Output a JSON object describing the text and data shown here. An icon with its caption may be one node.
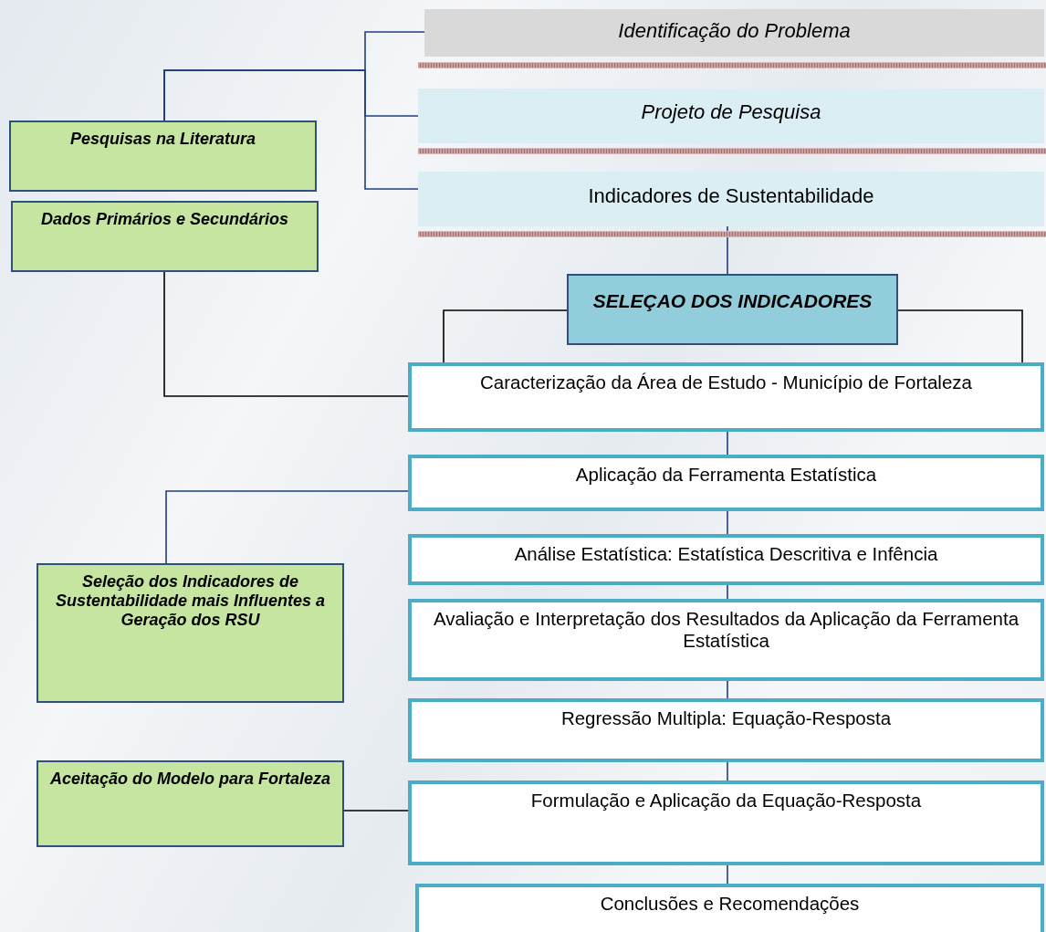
{
  "diagram": {
    "nodes": [
      {
        "text": [
          "Identificação do Problema"
        ]
      },
      {
        "text": [
          "Projeto de Pesquisa"
        ]
      },
      {
        "text": [
          "Indicadores de Sustentabilidade"
        ]
      },
      {
        "text": [
          "Pesquisas na Literatura"
        ]
      },
      {
        "text": [
          "Dados Primários e Secundários"
        ]
      },
      {
        "text": [
          "SELEÇAO DOS INDICADORES"
        ]
      },
      {
        "text": [
          "Caracterização da Área de Estudo - Município de Fortaleza"
        ]
      },
      {
        "text": [
          "Aplicação da Ferramenta Estatística"
        ]
      },
      {
        "text": [
          "Análise Estatística: Estatística Descritiva e Infência"
        ]
      },
      {
        "text": [
          "Avaliação e Interpretação dos Resultados da Aplicação da Ferramenta Estatística"
        ]
      },
      {
        "text": [
          "Regressão Multipla: Equação-Resposta"
        ]
      },
      {
        "text": [
          "Formulação e Aplicação da Equação-Resposta"
        ]
      },
      {
        "text": [
          "Conclusões e Recomendações"
        ]
      },
      {
        "text": [
          "Seleção dos Indicadores de Sustentabilidade mais Influentes a Geração dos RSU"
        ]
      },
      {
        "text": [
          "Aceitação do Modelo para Fortaleza"
        ]
      }
    ],
    "edges": [
      {
        "from": 3,
        "to": 0,
        "arrow": "none"
      },
      {
        "from": 3,
        "to": 1,
        "arrow": "none"
      },
      {
        "from": 3,
        "to": 2,
        "arrow": "none"
      },
      {
        "from": 2,
        "to": 5,
        "arrow": "none"
      },
      {
        "from": 5,
        "to": 6,
        "arrow": "none",
        "color": "#000000"
      },
      {
        "from": 5,
        "to": 6,
        "arrow": "none",
        "color": "#000000"
      },
      {
        "from": 4,
        "to": 6,
        "arrow": "none",
        "color": "#000000"
      },
      {
        "from": 6,
        "to": 7,
        "arrow": "none"
      },
      {
        "from": 7,
        "to": 8,
        "arrow": "none"
      },
      {
        "from": 8,
        "to": 9,
        "arrow": "none"
      },
      {
        "from": 9,
        "to": 10,
        "arrow": "none"
      },
      {
        "from": 10,
        "to": 11,
        "arrow": "none"
      },
      {
        "from": 11,
        "to": 12,
        "arrow": "none"
      },
      {
        "from": 7,
        "to": 13,
        "arrow": "none"
      },
      {
        "from": 14,
        "to": 11,
        "arrow": "none",
        "color": "#000000"
      }
    ]
  }
}
